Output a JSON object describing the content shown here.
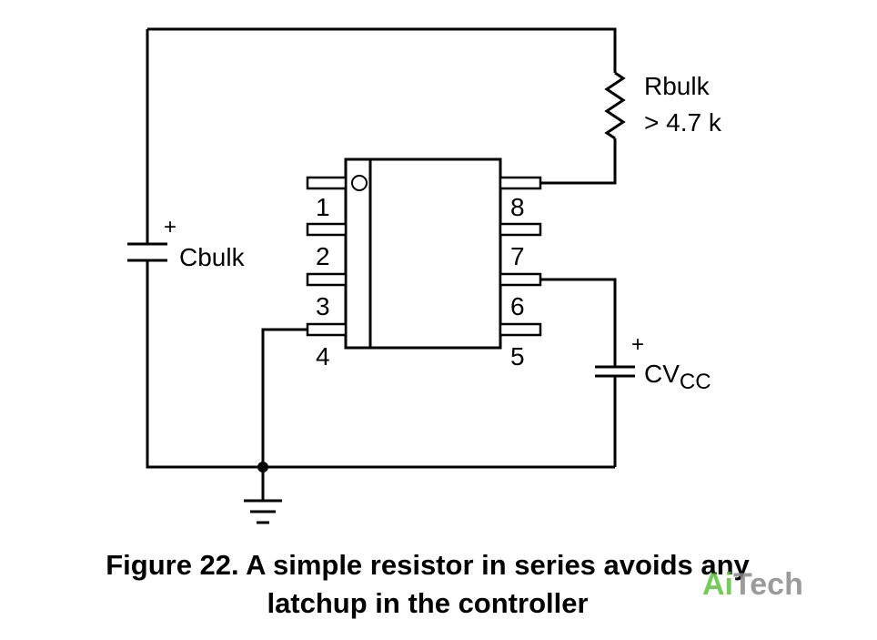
{
  "resistor": {
    "name": "Rbulk",
    "value": "> 4.7 k"
  },
  "capacitor_bulk": {
    "name": "Cbulk",
    "polarity": "+"
  },
  "capacitor_vcc": {
    "name_main": "CV",
    "name_sub": "CC",
    "polarity": "+"
  },
  "ic": {
    "left_pins": [
      "1",
      "2",
      "3",
      "4"
    ],
    "right_pins": [
      "8",
      "7",
      "6",
      "5"
    ]
  },
  "caption": {
    "line1": "Figure 22. A simple resistor in series avoids any",
    "line2": "latchup in the controller"
  },
  "watermark": {
    "part1": "Ai",
    "part2": "Tech",
    "color1": "#5cc23a",
    "color2": "#8a8a8a"
  }
}
